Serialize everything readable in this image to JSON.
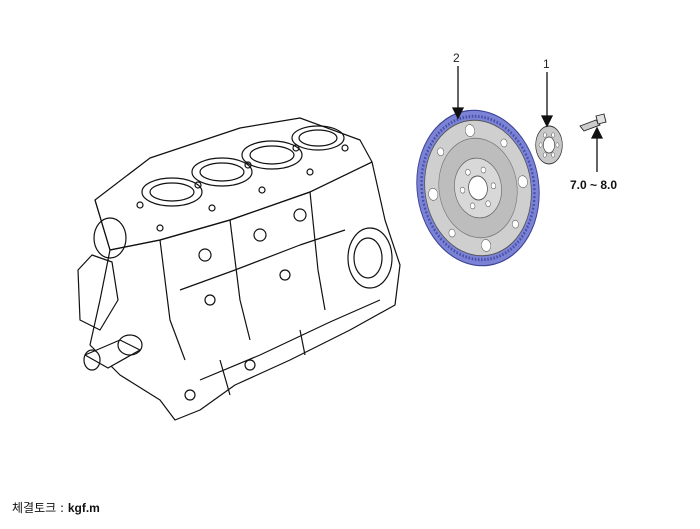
{
  "callouts": {
    "part_2": "2",
    "part_1": "1"
  },
  "torque_value": "7.0 ~ 8.0",
  "footer": {
    "label": "체결토크 : ",
    "unit": "kgf.m"
  },
  "colors": {
    "ring_gear": "#7b83d6",
    "plate": "#c9c9c9",
    "line": "#111111"
  },
  "icons": [
    "engine-block-illustration",
    "flywheel-plate-illustration",
    "adapter-plate-illustration",
    "bolt-illustration"
  ]
}
